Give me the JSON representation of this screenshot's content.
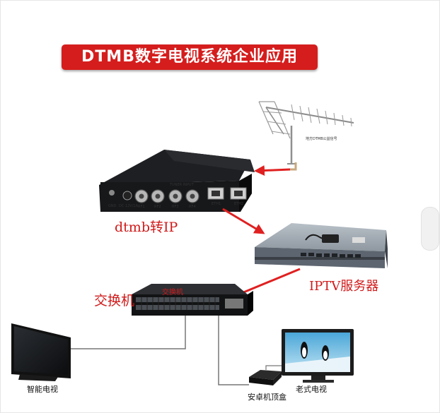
{
  "title": "DTMB数字电视系统企业应用",
  "antenna_label": "地方DTMB公益信号",
  "converter": {
    "label": "dtmb转IP",
    "tuner_label": "TUNER INPUT",
    "port_labels": [
      "GND",
      "DC 12V/1A",
      "RF1",
      "RF2",
      "RF3",
      "RF4",
      "ETH1",
      "ETH2"
    ]
  },
  "server_label": "IPTV服务器",
  "switch": {
    "label": "交换机",
    "front_label": "交换机"
  },
  "smart_tv_label": "智能电视",
  "stb_label": "安卓机顶盒",
  "old_tv_label": "老式电视",
  "colors": {
    "title_bg": "#d51d1d",
    "label_red": "#d01a1a",
    "arrow_red": "#e02020",
    "cable_gray": "#777777"
  }
}
